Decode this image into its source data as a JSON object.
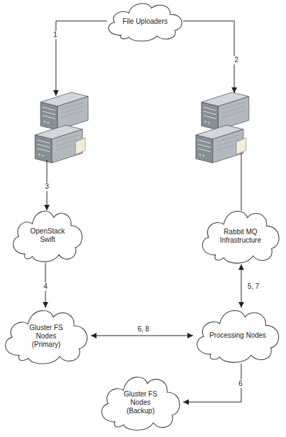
{
  "diagram": {
    "nodes": [
      {
        "text": [
          "File Uploaders"
        ]
      },
      {
        "text": [
          "OpenStack Swift"
        ]
      },
      {
        "text": [
          "Rabbit MQ Infrastructure"
        ]
      },
      {
        "text": [
          "Gluster FS Nodes (Primary)"
        ]
      },
      {
        "text": [
          "Processing Nodes"
        ]
      },
      {
        "text": [
          "Gluster FS Nodes (Backup)"
        ]
      }
    ],
    "edges": [
      {
        "from": 1,
        "to": 3,
        "label": "4",
        "arrow": "to"
      },
      {
        "from": 2,
        "to": 4,
        "label": "5, 7",
        "arrow": "both"
      },
      {
        "from": 3,
        "to": 4,
        "label": "6, 8",
        "arrow": "both"
      },
      {
        "from": 4,
        "to": 5,
        "label": "6",
        "arrow": "to"
      }
    ],
    "labels": [
      "1",
      "2",
      "3"
    ]
  }
}
